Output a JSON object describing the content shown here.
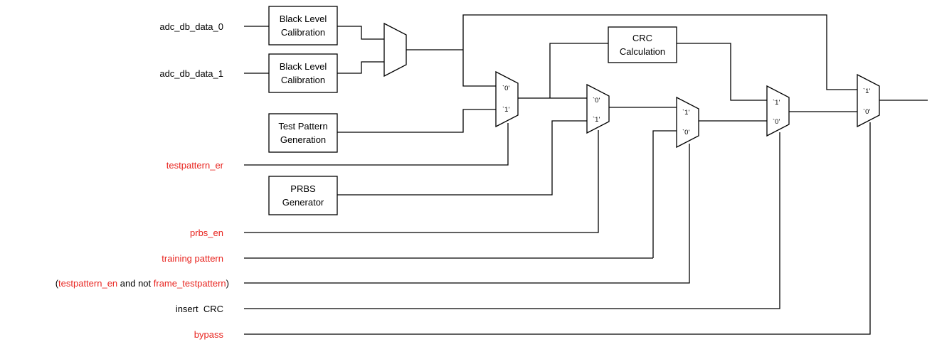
{
  "inputs": {
    "adc0": "adc_db_data_0",
    "adc1": "adc_db_data_1",
    "testpattern_en": "testpattern_er",
    "prbs_en": "prbs_en",
    "training": "training pattern",
    "cond_open": "(",
    "cond_a": "testpattern_en",
    "cond_mid": " and not ",
    "cond_b": "frame_testpattern",
    "cond_close": ")",
    "insert_crc": "insert  CRC",
    "bypass": "bypass"
  },
  "blocks": {
    "blc1": [
      "Black  Level",
      "Calibration"
    ],
    "blc2": [
      "Black  Level",
      "Calibration"
    ],
    "tpg": [
      "Test Pattern",
      "Generation"
    ],
    "prbs": [
      "PRBS",
      "Generator"
    ],
    "crc": [
      "CRC",
      "Calculation"
    ]
  },
  "mux_labels": {
    "m1": [
      "`0'",
      "`1'"
    ],
    "m2": [
      "`0'",
      "`1'"
    ],
    "m3": [
      "`1'",
      "`0'"
    ],
    "m4": [
      "`1'",
      "`0'"
    ],
    "m5": [
      "`1'",
      "`0'"
    ]
  },
  "colors": {
    "control_text": "#e8231e",
    "normal_text": "#000000",
    "line": "#000000"
  }
}
